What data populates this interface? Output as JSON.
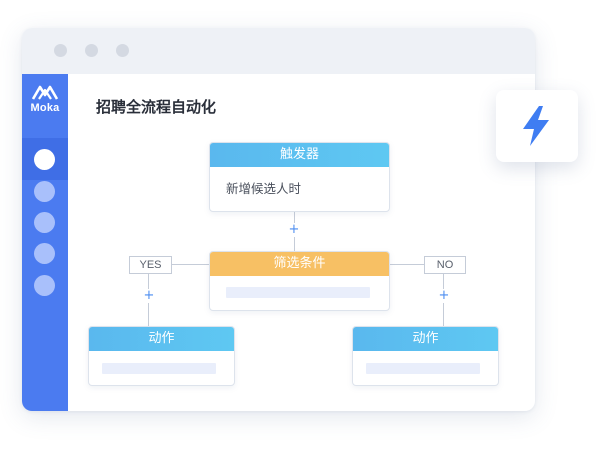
{
  "app": {
    "logo_text": "Moka",
    "page_title": "招聘全流程自动化"
  },
  "flow": {
    "trigger": {
      "header": "触发器",
      "body": "新增候选人时"
    },
    "condition": {
      "header": "筛选条件"
    },
    "yes_label": "YES",
    "no_label": "NO",
    "action_left": {
      "header": "动作"
    },
    "action_right": {
      "header": "动作"
    },
    "plus_symbol": "+"
  },
  "icons": {
    "bolt": "lightning-bolt-icon",
    "logo": "moka-logo-icon"
  },
  "colors": {
    "accent": "#4b7bf0",
    "card_header_blue": "#5ab8ee",
    "card_header_orange": "#f7c064",
    "bolt": "#3f7df2"
  }
}
